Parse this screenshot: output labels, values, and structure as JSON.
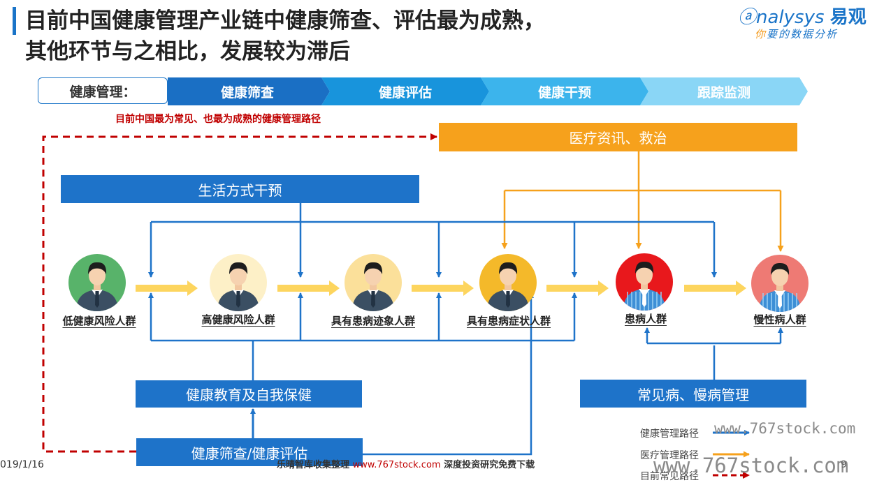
{
  "title": {
    "line1": "目前中国健康管理产业链中健康筛查、评估最为成熟，",
    "line2": "其他环节与之相比，发展较为滞后"
  },
  "logo": {
    "brand_en": "nalysys",
    "brand_cn": "易观",
    "slogan_first": "你",
    "slogan_rest": "要的数据分析"
  },
  "stages": {
    "label": "健康管理：",
    "items": [
      "健康筛查",
      "健康评估",
      "健康干预",
      "跟踪监测"
    ],
    "colors": [
      "#1a6fc4",
      "#1894dc",
      "#3cb4ec",
      "#8ad6f6"
    ]
  },
  "note": "目前中国最为常见、也最为成熟的健康管理路径",
  "boxes": {
    "medical": "医疗资讯、救治",
    "lifestyle": "生活方式干预",
    "education": "健康教育及自我保健",
    "chronic": "常见病、慢病管理",
    "screening": "健康筛查/健康评估"
  },
  "people": [
    {
      "label": "低健康风险人群",
      "bg": "#58b36a",
      "shirt": "normal"
    },
    {
      "label": "高健康风险人群",
      "bg": "#fdf0c7",
      "shirt": "normal"
    },
    {
      "label": "具有患病迹象人群",
      "bg": "#fbe09a",
      "shirt": "normal"
    },
    {
      "label": "具有患病症状人群",
      "bg": "#f4b92a",
      "shirt": "normal"
    },
    {
      "label": "患病人群",
      "bg": "#e8181c",
      "shirt": "patient"
    },
    {
      "label": "慢性病人群",
      "bg": "#ee7a74",
      "shirt": "patient"
    }
  ],
  "legend": {
    "health_path": "健康管理路径",
    "medical_path": "医疗管理路径",
    "common_path": "目前常见路径"
  },
  "colors": {
    "blue": "#1e73c9",
    "orange": "#f6a11c",
    "red_dash": "#c00000",
    "yellow_arrow": "#fdd55e"
  },
  "date": "019/1/16",
  "footer": {
    "text1": "乐晴智库收集整理 ",
    "url": "www.767stock.com",
    "text2": " 深度投资研究免费下载"
  },
  "watermarks": {
    "wm1": "www.767stock.com",
    "wm2": "www.767stock.com"
  },
  "page_number": "9"
}
